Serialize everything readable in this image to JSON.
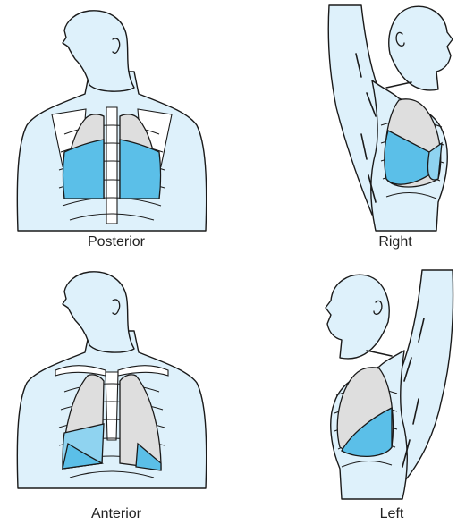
{
  "colors": {
    "skin": "#def1fb",
    "lung_gray": "#dedede",
    "lobe_blue": "#5bbfe8",
    "lobe_blue_light": "#8fd3f0"
  },
  "panels": [
    {
      "view": "posterior",
      "label": "Posterior"
    },
    {
      "view": "right",
      "label": "Right"
    },
    {
      "view": "anterior",
      "label": "Anterior"
    },
    {
      "view": "left",
      "label": "Left"
    }
  ]
}
